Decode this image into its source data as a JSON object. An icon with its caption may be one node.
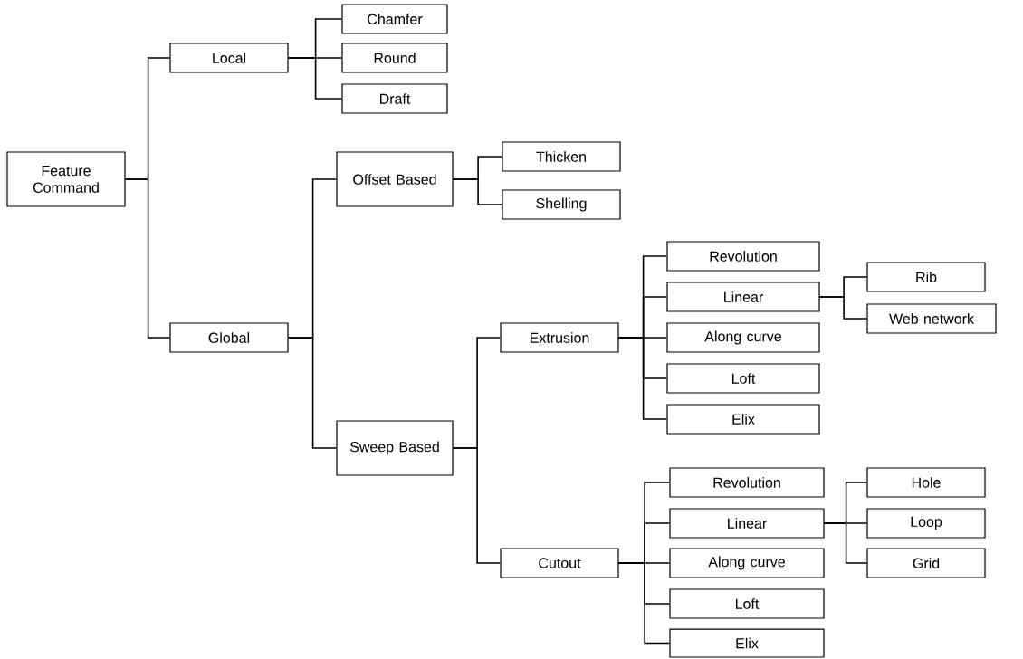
{
  "diagram": {
    "nodes": [
      {
        "text": [
          "Feature Command"
        ]
      },
      {
        "text": [
          "Local"
        ]
      },
      {
        "text": [
          "Chamfer"
        ]
      },
      {
        "text": [
          "Round"
        ]
      },
      {
        "text": [
          "Draft"
        ]
      },
      {
        "text": [
          "Global"
        ]
      },
      {
        "text": [
          "Offset Based"
        ]
      },
      {
        "text": [
          "Thicken"
        ]
      },
      {
        "text": [
          "Shelling"
        ]
      },
      {
        "text": [
          "Sweep Based"
        ]
      },
      {
        "text": [
          "Extrusion"
        ]
      },
      {
        "text": [
          "Revolution"
        ]
      },
      {
        "text": [
          "Linear"
        ]
      },
      {
        "text": [
          "Rib"
        ]
      },
      {
        "text": [
          "Web network"
        ]
      },
      {
        "text": [
          "Along curve"
        ]
      },
      {
        "text": [
          "Loft"
        ]
      },
      {
        "text": [
          "Elix"
        ]
      },
      {
        "text": [
          "Cutout"
        ]
      },
      {
        "text": [
          "Revolution"
        ]
      },
      {
        "text": [
          "Linear"
        ]
      },
      {
        "text": [
          "Hole"
        ]
      },
      {
        "text": [
          "Loop"
        ]
      },
      {
        "text": [
          "Grid"
        ]
      },
      {
        "text": [
          "Along curve"
        ]
      },
      {
        "text": [
          "Loft"
        ]
      },
      {
        "text": [
          "Elix"
        ]
      }
    ],
    "edges": [
      {
        "from": 0,
        "to": 1,
        "arrow": "none"
      },
      {
        "from": 0,
        "to": 5,
        "arrow": "none"
      },
      {
        "from": 1,
        "to": 2,
        "arrow": "none"
      },
      {
        "from": 1,
        "to": 3,
        "arrow": "none"
      },
      {
        "from": 1,
        "to": 4,
        "arrow": "none"
      },
      {
        "from": 5,
        "to": 6,
        "arrow": "none"
      },
      {
        "from": 5,
        "to": 9,
        "arrow": "none"
      },
      {
        "from": 6,
        "to": 7,
        "arrow": "none"
      },
      {
        "from": 6,
        "to": 8,
        "arrow": "none"
      },
      {
        "from": 9,
        "to": 10,
        "arrow": "none"
      },
      {
        "from": 9,
        "to": 18,
        "arrow": "none"
      },
      {
        "from": 10,
        "to": 11,
        "arrow": "none"
      },
      {
        "from": 10,
        "to": 12,
        "arrow": "none"
      },
      {
        "from": 10,
        "to": 15,
        "arrow": "none"
      },
      {
        "from": 10,
        "to": 16,
        "arrow": "none"
      },
      {
        "from": 10,
        "to": 17,
        "arrow": "none"
      },
      {
        "from": 12,
        "to": 13,
        "arrow": "none"
      },
      {
        "from": 12,
        "to": 14,
        "arrow": "none"
      },
      {
        "from": 18,
        "to": 19,
        "arrow": "none"
      },
      {
        "from": 18,
        "to": 20,
        "arrow": "none"
      },
      {
        "from": 18,
        "to": 24,
        "arrow": "none"
      },
      {
        "from": 18,
        "to": 25,
        "arrow": "none"
      },
      {
        "from": 18,
        "to": 26,
        "arrow": "none"
      },
      {
        "from": 20,
        "to": 21,
        "arrow": "none"
      },
      {
        "from": 20,
        "to": 22,
        "arrow": "none"
      },
      {
        "from": 20,
        "to": 23,
        "arrow": "none"
      }
    ]
  }
}
